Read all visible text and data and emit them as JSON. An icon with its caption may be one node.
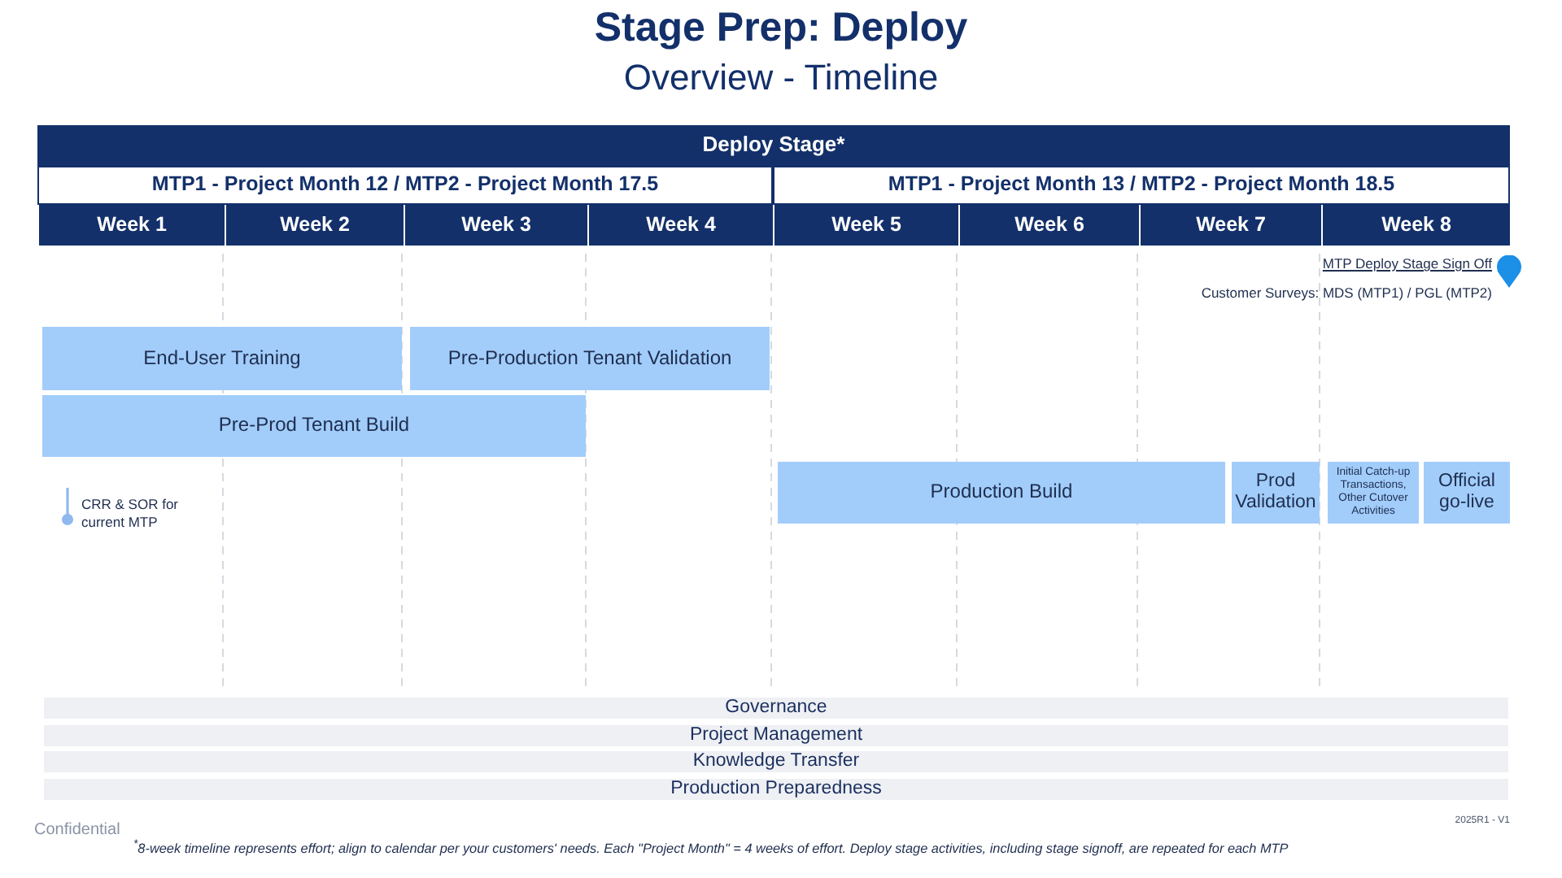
{
  "diagram": {
    "title": "Stage Prep: Deploy",
    "caption": "$^{*}$8-week timeline represents effort; align to calendar per your customers' needs. Each \"Project Month\" = 4 weeks of effort. Deploy stage activities, including stage signoff, are repeated for each MTP",
    "nodes": [
      {
        "text": [
          "Deploy Stage*"
        ]
      },
      {
        "text": [
          "MTP1 - Project Month 12 / MTP2 - Project Month 17.5"
        ]
      },
      {
        "text": [
          "MTP1 - Project Month 13 / MTP2 - Project Month 18.5"
        ]
      },
      {
        "text": [
          "Week 1"
        ]
      },
      {
        "text": [
          "Week 2"
        ]
      },
      {
        "text": [
          "Week 3"
        ]
      },
      {
        "text": [
          "Week 4"
        ]
      },
      {
        "text": [
          "Week 5"
        ]
      },
      {
        "text": [
          "Week 6"
        ]
      },
      {
        "text": [
          "Week 7"
        ]
      },
      {
        "text": [
          "Week 8"
        ]
      },
      {
        "text": [
          "End-User Training"
        ]
      },
      {
        "text": [
          "Pre-Production Tenant Validation"
        ]
      },
      {
        "text": [
          "Pre-Prod Tenant Build"
        ]
      },
      {
        "text": [
          "Production Build"
        ]
      },
      {
        "text": [
          "Prod Validation"
        ]
      },
      {
        "text": [
          "Initial Catch-up Transactions, Other Cutover Activities"
        ]
      },
      {
        "text": [
          "Official go-live"
        ]
      },
      {
        "text": [
          "Governance"
        ]
      },
      {
        "text": [
          "Project Management"
        ]
      },
      {
        "text": [
          "Knowledge Transfer"
        ]
      },
      {
        "text": [
          "Production Preparedness"
        ]
      }
    ],
    "labels": [
      "Overview - Timeline",
      "MTP Deploy Stage Sign Off",
      "Customer Surveys: MDS (MTP1) / PGL (MTP2)",
      "CRR & SOR for current MTP",
      "Confidential",
      "2025R1 - V1"
    ]
  }
}
